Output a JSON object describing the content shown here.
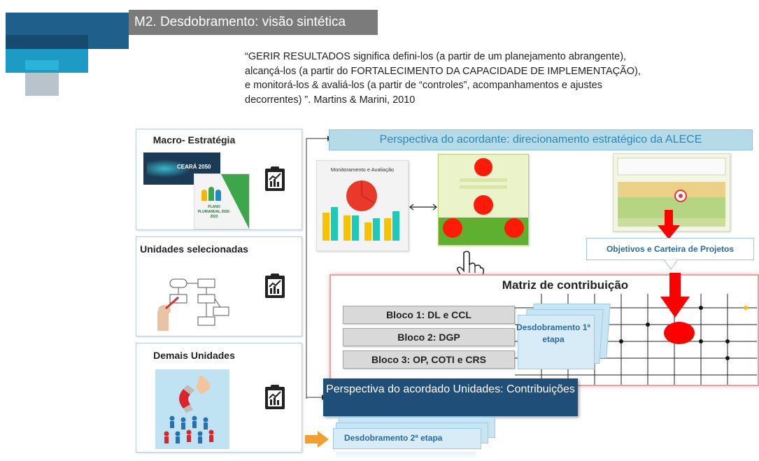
{
  "header": {
    "title": "M2. Desdobramento: visão sintética"
  },
  "quote": {
    "text": "“GERIR RESULTADOS significa defini-los (a partir de um planejamento abrangente), alcançá-los (a partir do FORTALECIMENTO DA CAPACIDADE DE IMPLEMENTAÇÃO), e monitorá-los & avaliá-los (a partir de “controles”, acompanhamentos e ajustes decorrentes) ”. Martins & Marini, 2010"
  },
  "left_panels": [
    {
      "title": "Macro- Estratégia"
    },
    {
      "title": "Unidades selecionadas"
    },
    {
      "title": "Demais Unidades"
    }
  ],
  "thumbs": {
    "ceara_logo": "CEARÁ 2050",
    "plano_text": "PLANO PLURIANUAL 2020-2023",
    "monitor_title": "Monitoramento e Avaliação"
  },
  "perspectives": {
    "acordante": "Perspectiva do acordante: direcionamento estratégico da ALECE",
    "acordado": "Perspectiva do acordado Unidades: Contribuições"
  },
  "objetivos_label": "Objetivos e Carteira de Projetos",
  "matriz": {
    "title": "Matriz de contribuição",
    "blocos": [
      "Bloco 1: DL e CCL",
      "Bloco 2: DGP",
      "Bloco 3: OP, COTI e CRS"
    ],
    "desdobramento_1": "Desdobramento 1ª etapa",
    "desdobramento_2": "Desdobramento  2ª etapa"
  },
  "colors": {
    "title_bg": "#7b7b7b",
    "accent_blue": "#1f4e79",
    "light_blue": "#b5dbe9",
    "red": "#ff0000",
    "orange_arrow": "#f0a030"
  },
  "icons": [
    "clipboard-chart-icon",
    "hand-pointer-icon",
    "double-arrow-icon",
    "down-arrow-icon",
    "magnet-icon"
  ]
}
